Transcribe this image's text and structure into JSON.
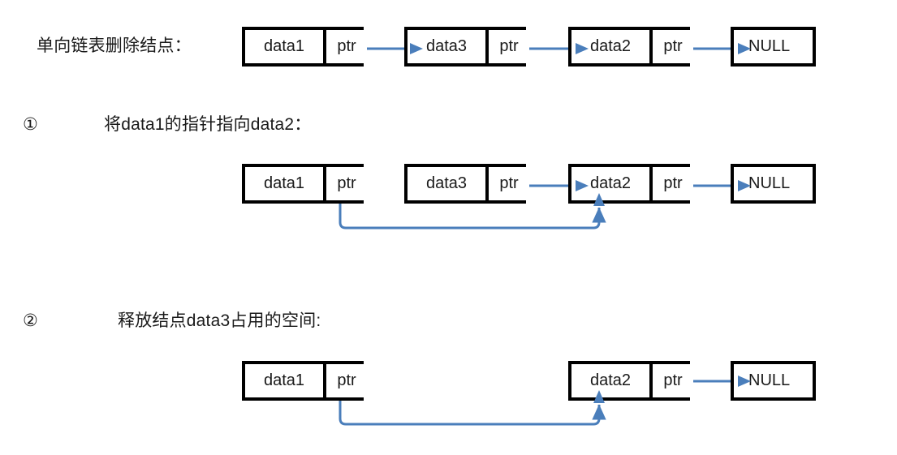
{
  "page": {
    "title": "单向链表删除结点：",
    "background_color": "#ffffff",
    "arrow_color": "#4a7ebb",
    "box_border_color": "#000000",
    "text_color": "#1a1a1a"
  },
  "header": {
    "label": "单向链表删除结点："
  },
  "steps": [
    {
      "marker": "①",
      "text": "将data1的指针指向data2："
    },
    {
      "marker": "②",
      "text": "释放结点data3占用的空间:"
    }
  ],
  "rows": [
    {
      "name": "initial-list",
      "nodes": [
        {
          "data": "data1",
          "ptr": "ptr"
        },
        {
          "data": "data3",
          "ptr": "ptr"
        },
        {
          "data": "data2",
          "ptr": "ptr"
        },
        {
          "data": "NULL",
          "ptr": null
        }
      ],
      "links": [
        {
          "from": "data1",
          "to": "data3",
          "shape": "straight"
        },
        {
          "from": "data3",
          "to": "data2",
          "shape": "straight"
        },
        {
          "from": "data2",
          "to": "NULL",
          "shape": "straight"
        }
      ]
    },
    {
      "name": "step1-list",
      "nodes": [
        {
          "data": "data1",
          "ptr": "ptr"
        },
        {
          "data": "data3",
          "ptr": "ptr"
        },
        {
          "data": "data2",
          "ptr": "ptr"
        },
        {
          "data": "NULL",
          "ptr": null
        }
      ],
      "links": [
        {
          "from": "data1",
          "to": "data2",
          "shape": "elbow-below"
        },
        {
          "from": "data3",
          "to": "data2",
          "shape": "straight"
        },
        {
          "from": "data2",
          "to": "NULL",
          "shape": "straight"
        }
      ]
    },
    {
      "name": "step2-list",
      "nodes": [
        {
          "data": "data1",
          "ptr": "ptr"
        },
        {
          "data": "data2",
          "ptr": "ptr"
        },
        {
          "data": "NULL",
          "ptr": null
        }
      ],
      "links": [
        {
          "from": "data1",
          "to": "data2",
          "shape": "elbow-below"
        },
        {
          "from": "data2",
          "to": "NULL",
          "shape": "straight"
        }
      ]
    }
  ]
}
